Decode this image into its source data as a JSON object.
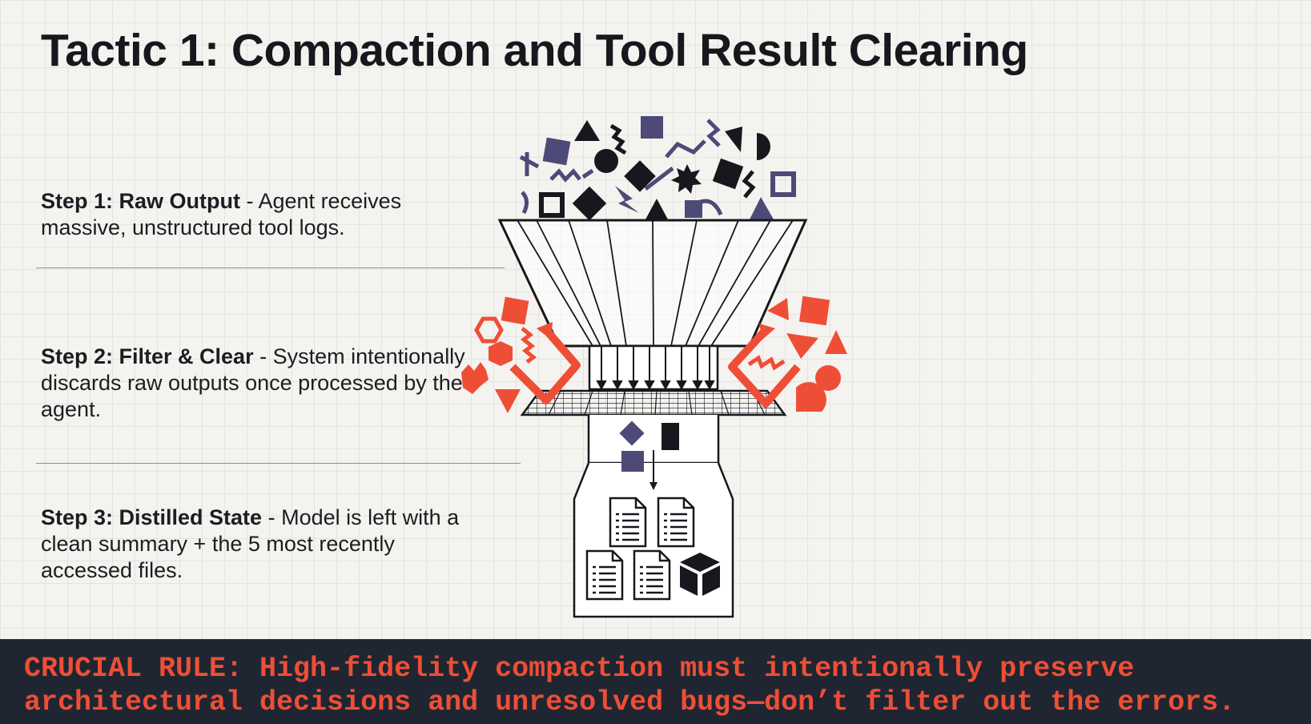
{
  "title": "Tactic 1: Compaction and Tool Result Clearing",
  "steps": [
    {
      "label": "Step 1: Raw Output",
      "text": " - Agent receives massive, unstructured tool logs."
    },
    {
      "label": "Step 2: Filter & Clear",
      "text": " - System intentionally discards raw outputs once processed by the agent."
    },
    {
      "label": "Step 3: Distilled State",
      "text": " - Model is left with a clean summary + the 5 most recently accessed files."
    }
  ],
  "banner": {
    "line1": "CRUCIAL RULE: High-fidelity compaction must intentionally preserve",
    "line2": "architectural decisions and unresolved bugs—don’t filter out the errors."
  },
  "colors": {
    "ink": "#16181d",
    "purple": "#4d4a78",
    "accent": "#ef4e36",
    "banner_bg": "#1f2632",
    "background": "#f4f3ef"
  },
  "icons": [
    "funnel-icon",
    "document-icon",
    "cube-icon",
    "mesh-filter-icon",
    "recycle-arrow-icon"
  ]
}
